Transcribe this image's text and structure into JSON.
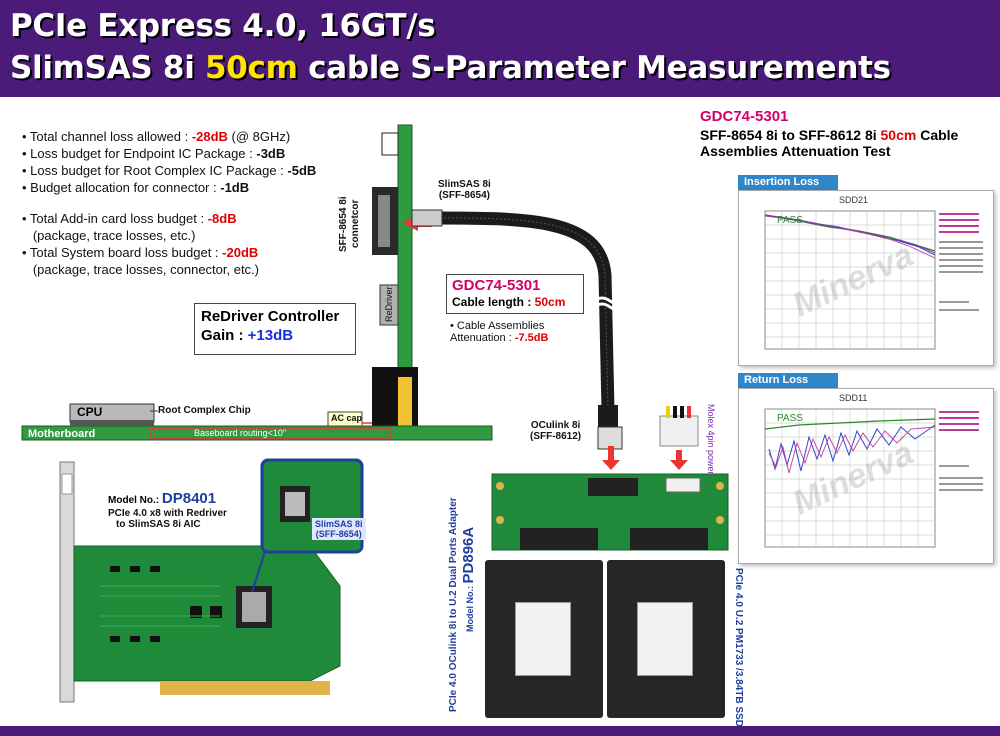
{
  "header": {
    "line1": "PCIe Express 4.0, 16GT/s",
    "line2_pre": "SlimSAS 8i ",
    "line2_highlight": "50cm",
    "line2_post": " cable S-Parameter Measurements"
  },
  "budget": {
    "items": [
      {
        "pre": "• Total channel loss allowed : ",
        "value": "-28dB",
        "post": " (@ 8GHz)"
      },
      {
        "pre": "• Loss budget for Endpoint IC Package : ",
        "value": "-3dB",
        "post": ""
      },
      {
        "pre": "• Loss budget for Root Complex IC Package : ",
        "value": "-5dB",
        "post": ""
      },
      {
        "pre": "• Budget allocation for connector : ",
        "value": "-1dB",
        "post": ""
      }
    ],
    "items2": [
      {
        "pre": "• Total Add-in card loss budget : ",
        "value": "-8dB",
        "post": ""
      },
      {
        "pre": "   (package, trace losses, etc.)",
        "value": "",
        "post": ""
      },
      {
        "pre": "• Total System board loss budget : ",
        "value": "-20dB",
        "post": ""
      },
      {
        "pre": "   (package, trace losses, connector, etc.)",
        "value": "",
        "post": ""
      }
    ]
  },
  "redriver": {
    "title": "ReDriver Controller",
    "gain_label": "Gain : ",
    "gain_value": "+13dB"
  },
  "board": {
    "cpu": "CPU",
    "root_complex": "Root Complex Chip",
    "ac_cap": "AC cap",
    "motherboard": "Motherboard",
    "routing": "Baseboard routing<10\"",
    "connector_v1": "SFF-8654 8i",
    "connector_v2": "connetcor",
    "redriver_chip": "ReDriver"
  },
  "cable": {
    "slimsas_1": "SlimSAS 8i",
    "slimsas_2": "(SFF-8654)",
    "model": "GDC74-5301",
    "length_label": "Cable length : ",
    "length_value": "50cm",
    "atten_1": "• Cable Assemblies",
    "atten_2": "Attenuation : ",
    "atten_value": "-7.5dB",
    "oculink_1": "OCulink 8i",
    "oculink_2": "(SFF-8612)",
    "molex": "Molex 4pin power"
  },
  "test": {
    "model": "GDC74-5301",
    "line1_pre": "SFF-8654 8i to SFF-8612 8i ",
    "line1_hl": "50cm",
    "line1_post": " Cable",
    "line2": "Assemblies Attenuation Test"
  },
  "plots": {
    "insertion": {
      "header": "Insertion Loss",
      "title": "SDD21",
      "pass": "PASS"
    },
    "return": {
      "header": "Return Loss",
      "title": "SDD11",
      "pass": "PASS"
    },
    "watermark": "Minerva"
  },
  "dp8401": {
    "model_label": "Model No.:",
    "model": "DP8401",
    "desc1": "PCIe 4.0 x8 with Redriver",
    "desc2": "to SlimSAS 8i AIC",
    "callout_1": "SlimSAS 8i",
    "callout_2": "(SFF-8654)"
  },
  "pd896a": {
    "model_label": "Model No.:",
    "model": "PD896A",
    "desc": "PCIe 4.0 OCulink 8i to U.2 Dual Ports Adapter"
  },
  "ssd": {
    "desc": "PCIe 4.0 U.2 PM1733 /3.84TB SSD"
  },
  "colors": {
    "purple": "#4b1b7a",
    "yellow": "#ffe400",
    "red": "#e00000",
    "blue": "#1a2ee0",
    "pink": "#d4006a",
    "pcb_green": "#1f8a3a"
  }
}
